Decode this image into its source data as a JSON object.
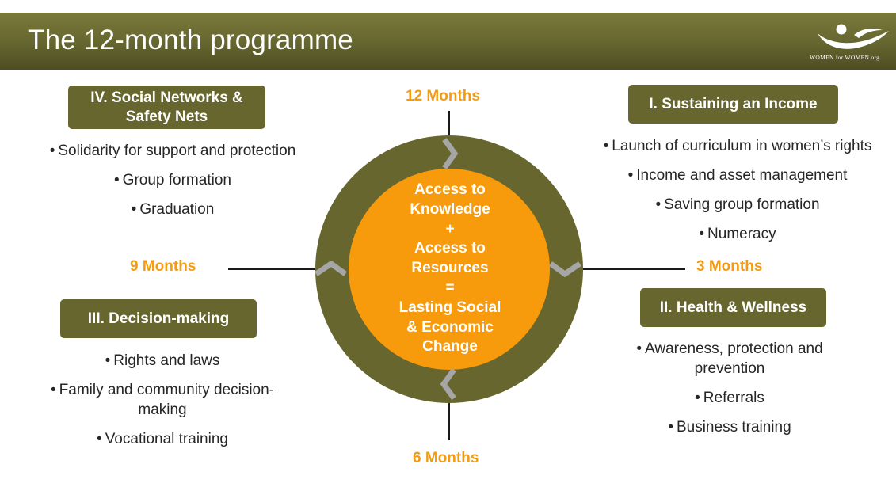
{
  "header": {
    "title": "The 12-month programme"
  },
  "logo": {
    "text": "WOMEN for WOMEN.org"
  },
  "center": {
    "lines": [
      "Access to",
      "Knowledge",
      "+",
      "Access to",
      "Resources",
      "=",
      "Lasting Social",
      "& Economic",
      "Change"
    ]
  },
  "months": {
    "m12": "12 Months",
    "m3": "3 Months",
    "m6": "6 Months",
    "m9": "9 Months"
  },
  "sections": {
    "s1": {
      "title": "I. Sustaining an Income",
      "items": [
        "Launch of curriculum in women’s rights",
        "Income and asset management",
        "Saving group formation",
        "Numeracy"
      ]
    },
    "s2": {
      "title": "II. Health & Wellness",
      "items": [
        "Awareness, protection and prevention",
        "Referrals",
        "Business training"
      ]
    },
    "s3": {
      "title": "III. Decision-making",
      "items": [
        "Rights and laws",
        "Family and community decision-making",
        "Vocational training"
      ]
    },
    "s4": {
      "title_line1": "IV. Social Networks &",
      "title_line2": "Safety Nets",
      "items": [
        "Solidarity for support and protection",
        "Group formation",
        "Graduation"
      ]
    }
  },
  "colors": {
    "olive": "#66662e",
    "orange": "#f79a0b",
    "months": "#f39c12",
    "chevron": "#a6a6a6"
  }
}
